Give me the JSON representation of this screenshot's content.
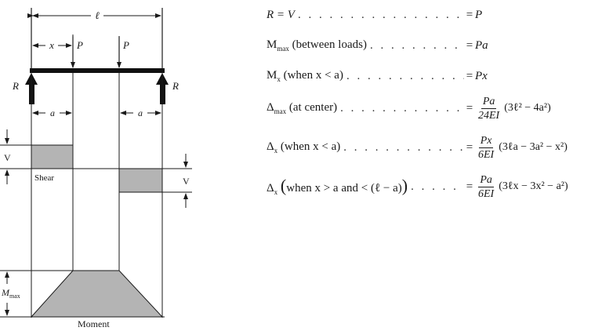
{
  "diagram": {
    "span_label": "ℓ",
    "x_label": "x",
    "load_labels": [
      "P",
      "P"
    ],
    "reaction_labels": [
      "R",
      "R"
    ],
    "a_labels": [
      "a",
      "a"
    ],
    "shear_value_labels": [
      "V",
      "V"
    ],
    "shear_caption": "Shear",
    "moment_max_label": "M",
    "moment_max_subscript": "max",
    "moment_caption": "Moment",
    "fill_color": "#b4b4b4"
  },
  "formulas": [
    {
      "lhs": "R = V",
      "rhs": "P"
    },
    {
      "lhs_main": "M",
      "lhs_sub": "max",
      "lhs_rest": " (between loads)",
      "rhs": "Pa"
    },
    {
      "lhs_main": "M",
      "lhs_sub": "x",
      "lhs_rest": "  (when x < a)",
      "rhs": "Px"
    },
    {
      "lhs_main": "Δ",
      "lhs_sub": "max",
      "lhs_rest": " (at center)",
      "num": "Pa",
      "den": "24EI",
      "rest": "(3ℓ² − 4a²)"
    },
    {
      "lhs_main": "Δ",
      "lhs_sub": "x",
      "lhs_rest": "  (when x < a)",
      "num": "Px",
      "den": "6EI",
      "rest": "(3ℓa − 3a² − x²)"
    },
    {
      "lhs_main": "Δ",
      "lhs_sub": "x",
      "lhs_open": "(",
      "lhs_rest": "when x > a and < (ℓ − a)",
      "lhs_close": ")",
      "num": "Pa",
      "den": "6EI",
      "rest": "(3ℓx − 3x² − a²)"
    }
  ]
}
